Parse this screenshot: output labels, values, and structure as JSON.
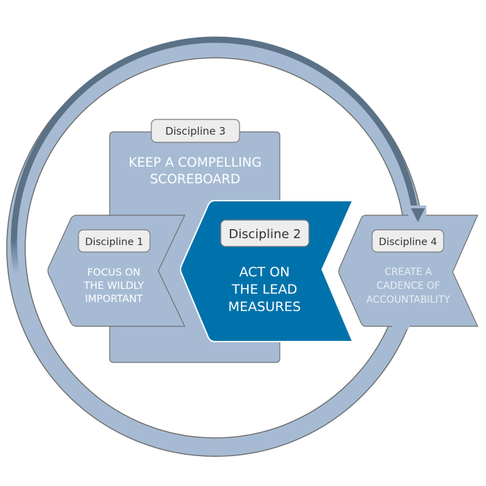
{
  "diagram": {
    "title": "4 Disciplines of Execution",
    "colors": {
      "ring_fill": "#A6BBD3",
      "ring_track": "#5B7186",
      "shape_fill": "#A6BBD3",
      "shape_stroke": "#6E6E6E",
      "highlight_fill": "#0072AB",
      "tab_fill": "#EDEDED",
      "tab_stroke": "#7A7A7A",
      "tab_text": "#333333",
      "body_text": "#FFFFFF"
    },
    "disciplines": [
      {
        "tab": "Discipline 1",
        "lines": [
          "FOCUS ON",
          "THE WILDLY",
          "IMPORTANT"
        ]
      },
      {
        "tab": "Discipline 2",
        "lines": [
          "ACT ON",
          "THE LEAD",
          "MEASURES"
        ],
        "highlighted": true
      },
      {
        "tab": "Discipline 3",
        "lines": [
          "KEEP A COMPELLING",
          "SCOREBOARD"
        ]
      },
      {
        "tab": "Discipline 4",
        "lines": [
          "CREATE A",
          "CADENCE OF",
          "ACCOUNTABILITY"
        ]
      }
    ],
    "cycle_arrow": "clockwise-arrow-into-discipline-4"
  }
}
